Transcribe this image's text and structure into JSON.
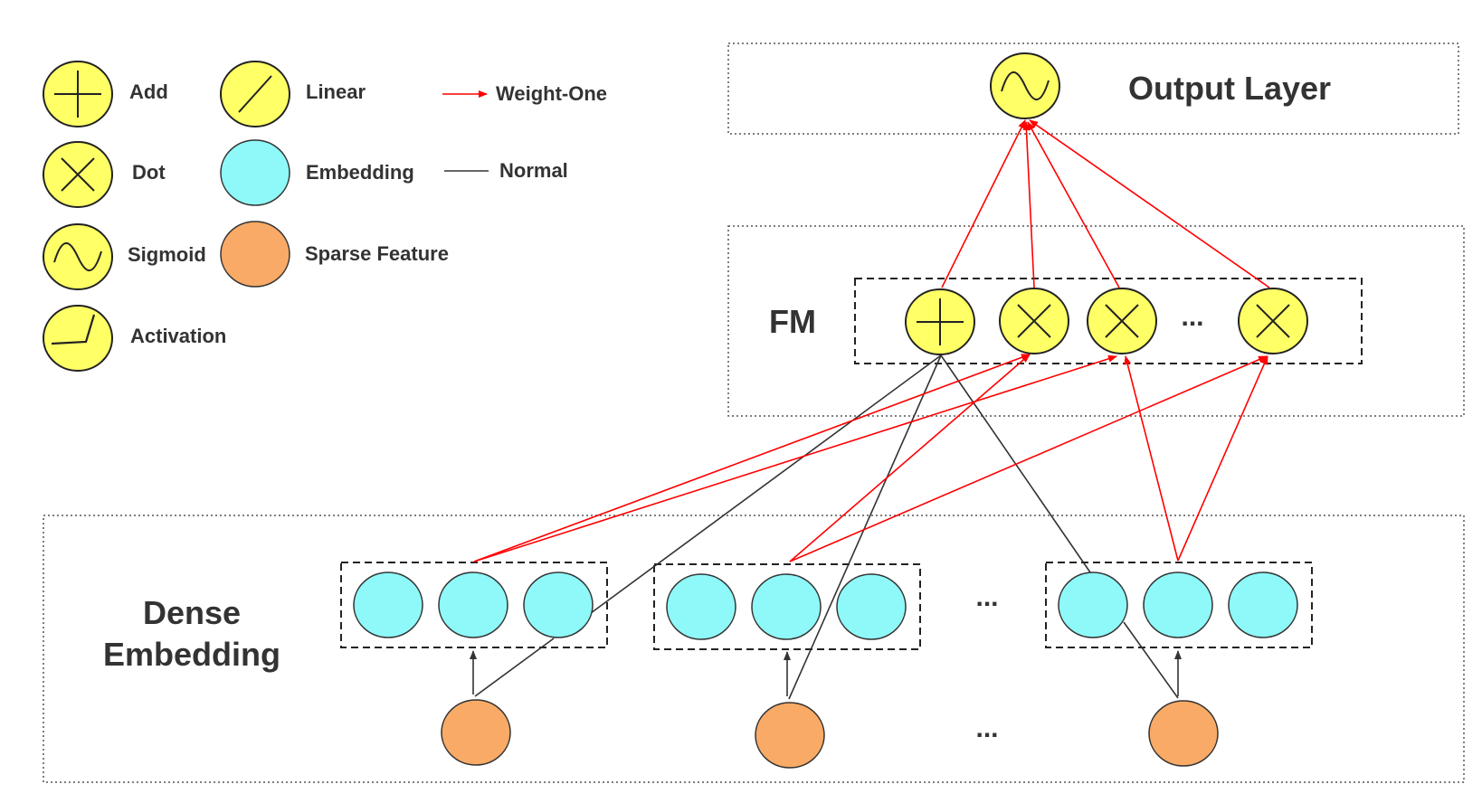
{
  "legend": {
    "add": "Add",
    "dot": "Dot",
    "sigmoid": "Sigmoid",
    "activation": "Activation",
    "linear": "Linear",
    "embedding": "Embedding",
    "sparse_feature": "Sparse Feature",
    "weight_one": "Weight-One",
    "normal": "Normal"
  },
  "layers": {
    "output": "Output Layer",
    "fm": "FM",
    "dense_line1": "Dense",
    "dense_line2": "Embedding"
  },
  "ellipsis": "...",
  "colors": {
    "yellow_node": "#ffff66",
    "embedding_node": "#8ff8f8",
    "sparse_node": "#f8aa66",
    "weight_one_edge": "#ff0000",
    "normal_edge": "#333333"
  }
}
